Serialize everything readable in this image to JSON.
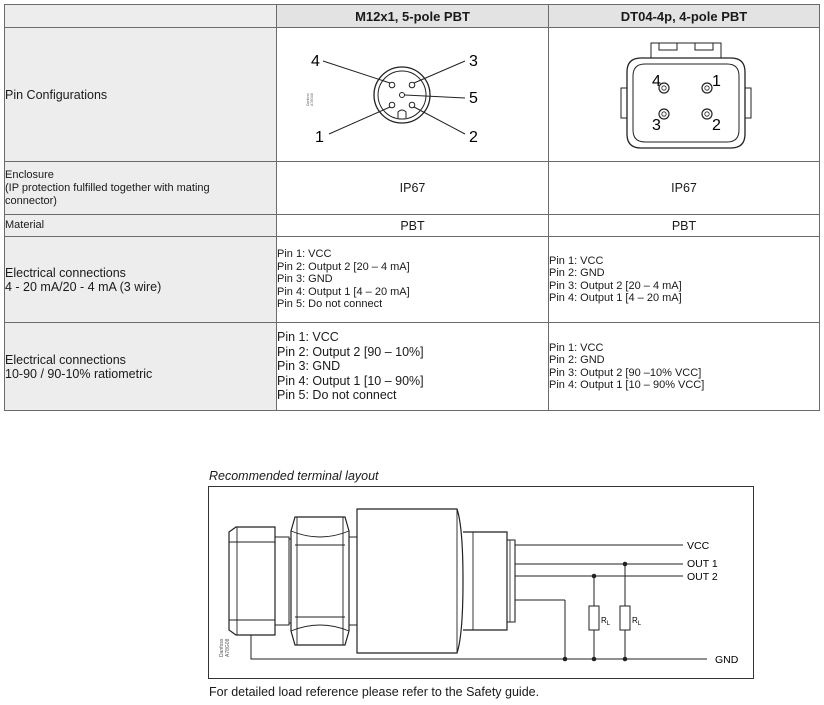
{
  "table": {
    "headers": [
      "M12x1, 5-pole PBT",
      "DT04-4p, 4-pole PBT"
    ],
    "pin_config_label": "Pin Configurations",
    "m12_pin_numbers": [
      "4",
      "3",
      "5",
      "1",
      "2"
    ],
    "m12_small_text": [
      "Danfoss",
      "A78G08"
    ],
    "dt04_pin_numbers": [
      "4",
      "1",
      "3",
      "2"
    ],
    "enclosure_label": [
      "Enclosure",
      "(IP protection fulfilled together with mating",
      "connector)"
    ],
    "enclosure_values": [
      "IP67",
      "IP67"
    ],
    "material_label": "Material",
    "material_values": [
      "PBT",
      "PBT"
    ],
    "elec1_label": [
      "Electrical connections",
      "4 - 20 mA/20 - 4 mA (3 wire)"
    ],
    "elec1_m12": [
      "Pin 1: VCC",
      "Pin 2: Output 2 [20 – 4 mA]",
      "Pin 3: GND",
      "Pin 4: Output 1 [4 – 20 mA]",
      "Pin 5: Do not connect"
    ],
    "elec1_dt04": [
      "Pin 1: VCC",
      "Pin 2: GND",
      "Pin 3: Output 2 [20 – 4 mA]",
      "Pin 4: Output 1 [4 – 20 mA]"
    ],
    "elec2_label": [
      "Electrical connections",
      "10-90 / 90-10% ratiometric"
    ],
    "elec2_m12": [
      "Pin 1: VCC",
      "Pin 2: Output 2 [90 – 10%]",
      "Pin 3: GND",
      "Pin 4: Output 1 [10 – 90%]",
      "Pin 5: Do not connect"
    ],
    "elec2_dt04": [
      "Pin 1: VCC",
      "Pin 2: GND",
      "Pin 3: Output 2 [90 –10% VCC]",
      "Pin 4: Output 1 [10 – 90% VCC]"
    ]
  },
  "diagram": {
    "title": "Recommended terminal layout",
    "labels": [
      "VCC",
      "OUT 1",
      "OUT 2",
      "GND"
    ],
    "resistor_label": "R",
    "resistor_subscript": "L",
    "small_text": [
      "Danfoss",
      "A78G08"
    ]
  },
  "footnote": "For detailed load reference please refer to the Safety guide."
}
